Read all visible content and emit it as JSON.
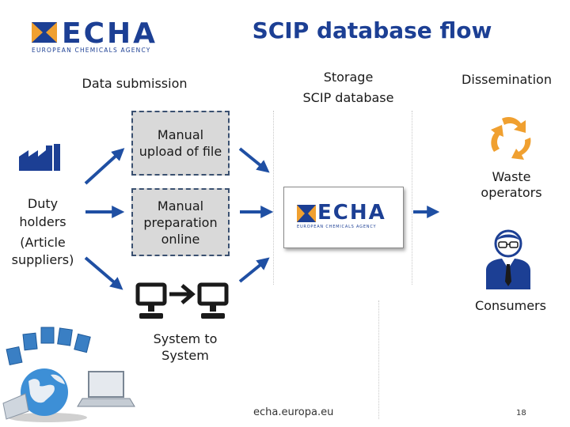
{
  "header": {
    "logo_text": "ECHA",
    "logo_subtext": "EUROPEAN CHEMICALS AGENCY",
    "title": "SCIP database flow"
  },
  "columns": {
    "submission": "Data submission",
    "storage_line1": "Storage",
    "storage_line2": "SCIP database",
    "dissemination": "Dissemination"
  },
  "duty_holders": {
    "line1": "Duty",
    "line2": "holders",
    "line3": "(Article",
    "line4": "suppliers)"
  },
  "methods": {
    "manual_upload": "Manual upload of file",
    "manual_preparation": "Manual preparation online",
    "system_to_system": "System to System"
  },
  "storage_logo": {
    "text": "ECHA",
    "subtext": "EUROPEAN CHEMICALS AGENCY"
  },
  "recipients": {
    "waste": "Waste operators",
    "consumers": "Consumers"
  },
  "footer": {
    "url": "echa.europa.eu",
    "page": "18"
  },
  "colors": {
    "brand_blue": "#1c3f94",
    "arrow_blue": "#1f4fa3",
    "accent_orange": "#f0a030",
    "box_fill": "#d9d9d9"
  }
}
